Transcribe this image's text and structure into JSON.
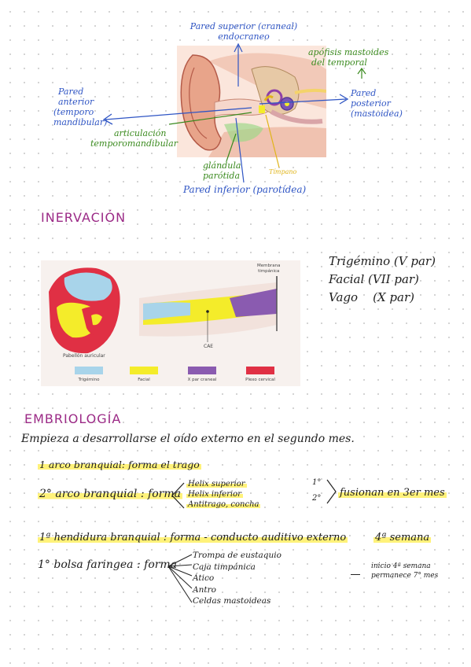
{
  "anatomy": {
    "superior": [
      "Pared superior (craneal)",
      "endocraneo"
    ],
    "mastoid": [
      "apófisis mastoides",
      "del temporal"
    ],
    "anterior": [
      "Pared",
      "anterior",
      "(temporo",
      "mandibular)"
    ],
    "articulacion": [
      "articulación",
      "temporomandibular"
    ],
    "posterior": [
      "Pared",
      "posterior",
      "(mastoidea)"
    ],
    "parotida": [
      "glándula",
      "parótida"
    ],
    "timpano": "Tímpano",
    "inferior": "Pared inferior (parotídea)",
    "colors": {
      "blue": "#2f55c4",
      "green": "#3a8a1e",
      "timpano": "#e0b418"
    }
  },
  "inervacion": {
    "title": "INERVACIÓN",
    "figure": {
      "membrana_label": [
        "Membrana",
        "timpánica"
      ],
      "cae_label": "CAE",
      "pabellon_label": "Pabellón auricular",
      "legend": [
        {
          "label": "Trigémino",
          "color": "#a8d4ea"
        },
        {
          "label": "Facial",
          "color": "#f4ec2a"
        },
        {
          "label": "X par craneal",
          "color": "#8a5bb0"
        },
        {
          "label": "Plexo cervical",
          "color": "#e03044"
        }
      ]
    },
    "nerves": [
      "Trigémino (V par)",
      "Facial (VII par)",
      "Vago    (X par)"
    ]
  },
  "embriologia": {
    "title": "EMBRIOLOGÍA",
    "intro": "Empieza a desarrollarse el oído externo en el segundo mes.",
    "arco1": "1 arco branquial: forma el trago",
    "arco2_lead": "2° arco branquial : forma",
    "arco2_items": [
      "Helix superior",
      "Helix inferior",
      "Antitrago, concha"
    ],
    "fusion_nums": [
      "1°",
      "2°"
    ],
    "fusion": "fusionan en 3er mes",
    "hendidura": "1ª hendidura branquial : forma - conducto auditivo externo",
    "semana": "4ª semana",
    "bolsa_lead": "1° bolsa faringea : forma",
    "bolsa_items": [
      "Trompa de eustaquio",
      "Caja timpánica",
      "Ático",
      "Antro",
      "Celdas mastoideas"
    ],
    "inicio": [
      "inicio 4ª semana",
      "permanece 7° mes"
    ]
  }
}
